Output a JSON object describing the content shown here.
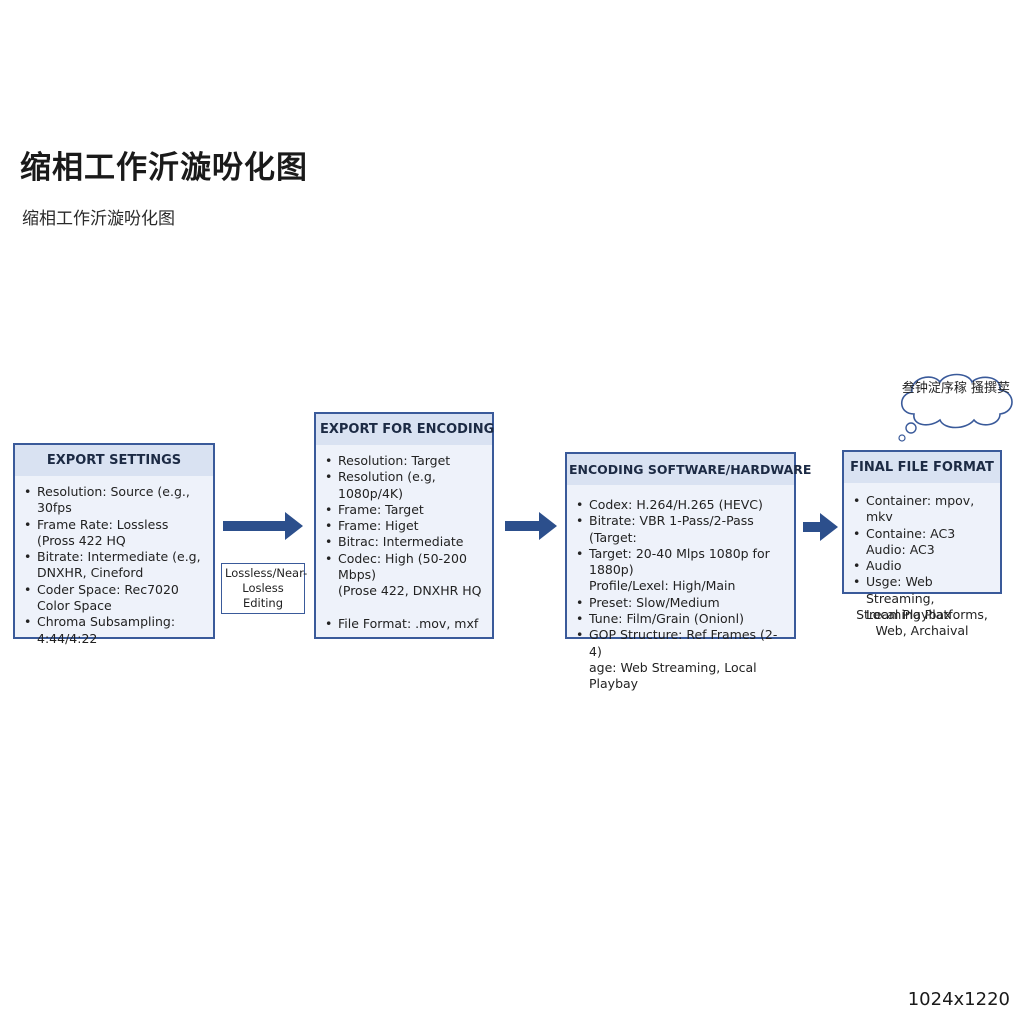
{
  "title": "缩相工作沂漩吩化图",
  "subtitle": "缩相工作沂漩吩化图",
  "boxes": [
    {
      "header": "EXPORT SETTINGS",
      "items": [
        "Resolution: Source (e.g., 30fps",
        "Frame Rate: Lossless",
        "(Pross 422 HQ",
        "Bitrate: Intermediate (e.g,",
        "DNXHR, Cineford",
        "Coder Space: Rec7020",
        "Color Space",
        "Chroma Subsampling:",
        "4:44/4:22"
      ]
    },
    {
      "header": "EXPORT FOR ENCODING",
      "items": [
        "Resolution: Target",
        "Resolution (e.g, 1080p/4K)",
        "Frame: Target",
        "Frame: Higet",
        "Bitrac: Intermediate",
        "Codec: High (50-200 Mbps)",
        "(Prose 422, DNXHR HQ",
        "File Format: .mov, mxf"
      ]
    },
    {
      "header": "ENCODING SOFTWARE/HARDWARE",
      "items": [
        "Codex: H.264/H.265 (HEVC)",
        "Bitrate: VBR 1-Pass/2-Pass (Target:",
        "Target: 20-40 Mlps 1080p for 1880p)",
        "Profile/Lexel: High/Main",
        "Preset: Slow/Medium",
        "Tune: Film/Grain (Onionl)",
        "GOP Structure: Ref Frames (2-4)",
        "age: Web Streaming, Local Playbay"
      ]
    },
    {
      "header": "FINAL FILE FORMAT",
      "items": [
        "Container: mpov, mkv",
        "Containe: AC3",
        "Audio: AC3",
        "Audio",
        "Usge: Web Streaming,",
        "Local Playbax"
      ]
    }
  ],
  "side_label": "Lossless/Near-Losless Editing",
  "footnote": "Streaming Platforms, Web, Archaival",
  "bubble_text": "叁钟淀序稼 搔撰荬",
  "dimension_label": "1024x1220",
  "colors": {
    "accent": "#2c4f8c",
    "border": "#3a5a9a",
    "box_fill": "#eef2fa",
    "header_fill": "#d9e2f2"
  }
}
